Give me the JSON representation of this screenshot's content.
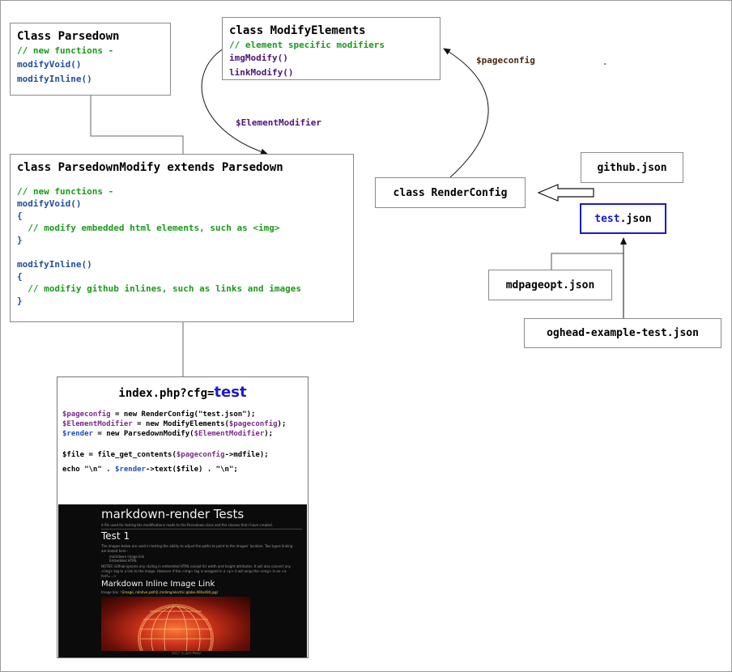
{
  "colors": {
    "green": "#1a9a1a",
    "blue": "#1f4e9a",
    "purple": "#4b1678",
    "highlight": "#1a1acc"
  },
  "parsedown": {
    "title": "Class Parsedown",
    "comment": "// new functions -",
    "fn1": "modifyVoid()",
    "fn2": "modifyInline()"
  },
  "modify_elements": {
    "title": "class ModifyElements",
    "comment": "// element specific modifiers",
    "fn1": "imgModify()",
    "fn2": "linkModify()"
  },
  "parsedown_modify": {
    "title": "class ParsedownModify extends Parsedown",
    "comment": "// new functions -",
    "fn1": "modifyVoid()",
    "open1": "{",
    "comment1": "  // modify embedded html elements, such as <img>",
    "close1": "}",
    "fn2": "modifyInline()",
    "open2": "{",
    "comment2": "  // modifiy github inlines, such as links and images",
    "close2": "}"
  },
  "labels": {
    "element_modifier": "$ElementModifier",
    "pageconfig": "$pageconfig",
    "dot": "."
  },
  "render_config": {
    "title": "class RenderConfig"
  },
  "json_files": {
    "github": "github.json",
    "test_name": "test",
    "test_ext": ".json",
    "mdpageopt": "mdpageopt.json",
    "oghead": "oghead-example-test.json"
  },
  "index": {
    "title_prefix": "index.php?cfg=",
    "title_highlight": "test",
    "l1_var": "$pageconfig",
    "l1_rest": " = new RenderConfig(\"test.json\");",
    "l2_var": "$ElementModifier",
    "l2_mid": " = new ModifyElements(",
    "l2_arg": "$pageconfig",
    "l2_end": ");",
    "l3_var": "$render",
    "l3_mid": " = new ParsedownModify(",
    "l3_arg": "$ElementModifier",
    "l3_end": ");",
    "l4_pre": "$file = file_get_contents(",
    "l4_arg": "$pageconfig",
    "l4_end": "->mdfile);",
    "l5_pre": "echo \"\\n\" . ",
    "l5_var": "$render",
    "l5_end": "->text($file) . \"\\n\";"
  },
  "preview": {
    "h1": "markdown-render Tests",
    "intro": "A file used for testing the modifications made to the Parsedown class and the classes that I have created.",
    "h2": "Test 1",
    "p1": "The images below are used in testing the ability to adjust the paths to point to the images' location. Two types linking are tested here -",
    "li1": "markdown image link",
    "li2": "Embedded HTML",
    "note": "NOTES: Github ignores any styling in embedded HTML except for width and height attributes. It will also convert any <img> tag to a link to the image. However if the <img> tag is wrapped in a <p> it will wrap the <img> in an <a href=...>",
    "h3": "Markdown Inline Image Link",
    "image_text_label": "Image link:",
    "image_text_code": "![image, relative path](./mdimg/electric-globe-400x400.jpg)",
    "footer": "2017 (c) Jim Motyl"
  }
}
